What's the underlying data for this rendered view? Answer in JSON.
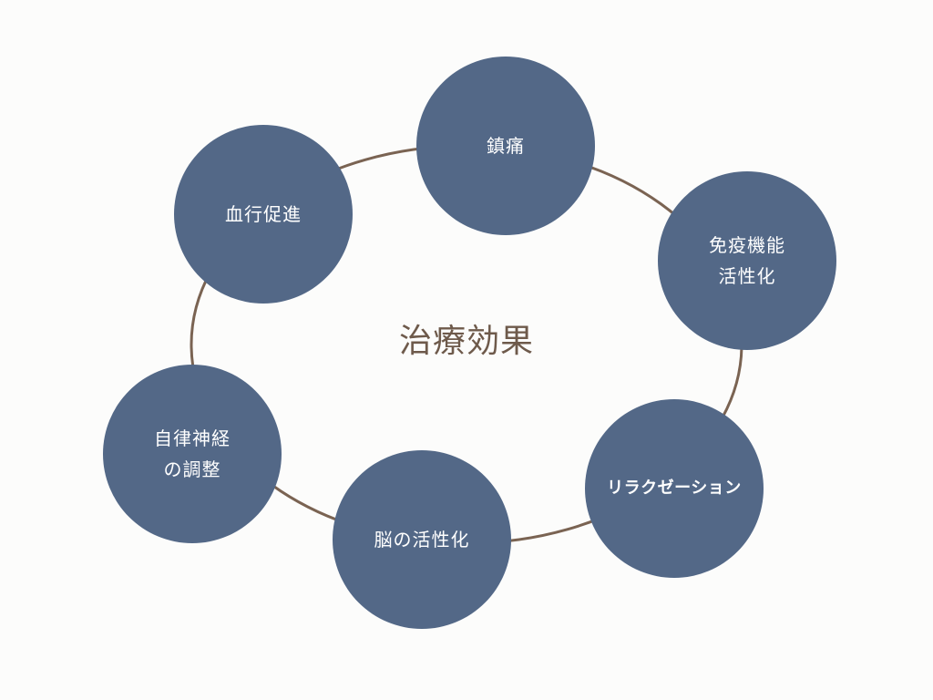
{
  "diagram": {
    "center_title": "治療効果",
    "nodes": [
      {
        "id": "chintsu",
        "lines": [
          "鎮痛"
        ]
      },
      {
        "id": "keikou",
        "lines": [
          "血行促進"
        ]
      },
      {
        "id": "meneki",
        "lines": [
          "免疫機能",
          "活性化"
        ]
      },
      {
        "id": "jiritsu",
        "lines": [
          "自律神経",
          "の調整"
        ]
      },
      {
        "id": "nou",
        "lines": [
          "脳の活性化"
        ]
      },
      {
        "id": "relax",
        "lines": [
          "リラクゼーション"
        ]
      }
    ]
  },
  "colors": {
    "background": "#fcfcfb",
    "node_fill": "#536887",
    "node_text": "#ffffff",
    "ring_stroke": "#7a6352",
    "title_text": "#6e5a4b"
  }
}
